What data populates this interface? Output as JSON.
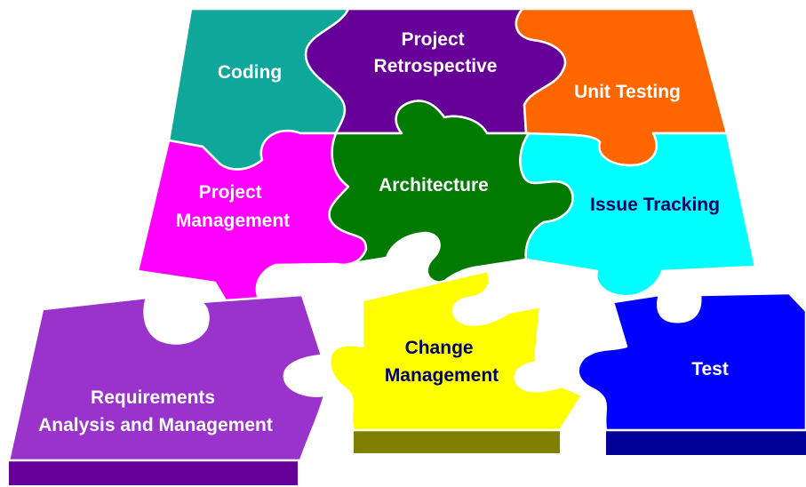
{
  "pieces": {
    "coding": {
      "label_lines": [
        "Coding"
      ],
      "fill": "#10A79B",
      "text_color": "#FFFFFF"
    },
    "retro": {
      "label_lines": [
        "Project",
        "Retrospective"
      ],
      "fill": "#660099",
      "text_color": "#FFFFFF"
    },
    "unit_testing": {
      "label_lines": [
        "Unit Testing"
      ],
      "fill": "#FF6600",
      "text_color": "#FFFFFF"
    },
    "project_mgmt": {
      "label_lines": [
        "Project",
        "Management"
      ],
      "fill": "#FF00FF",
      "text_color": "#FFFFFF"
    },
    "architecture": {
      "label_lines": [
        "Architecture"
      ],
      "fill": "#007A00",
      "text_color": "#FFFFFF"
    },
    "issue": {
      "label_lines": [
        "Issue Tracking"
      ],
      "fill": "#00FFFF",
      "text_color": "#000066"
    },
    "requirements": {
      "label_lines": [
        "Requirements",
        "Analysis and Management"
      ],
      "fill": "#9933CC",
      "side": "#660099",
      "text_color": "#FFFFFF"
    },
    "change": {
      "label_lines": [
        "Change",
        "Management"
      ],
      "fill": "#FFFF00",
      "side": "#808000",
      "text_color": "#000066"
    },
    "test": {
      "label_lines": [
        "Test"
      ],
      "fill": "#0000FF",
      "side": "#000099",
      "text_color": "#FFFFFF"
    }
  }
}
